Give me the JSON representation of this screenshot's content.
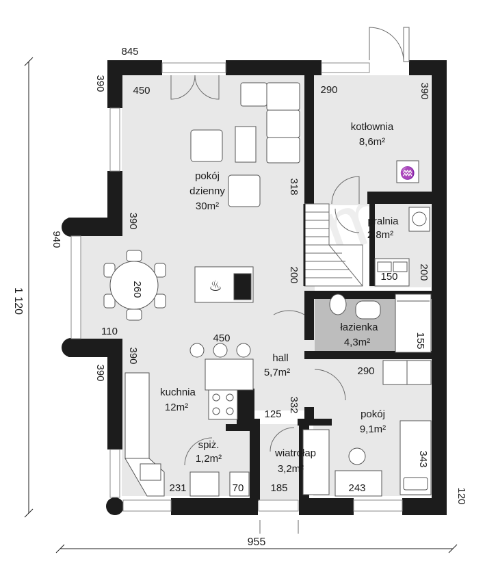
{
  "watermark": "extradom",
  "rooms": {
    "living": {
      "name1": "pokój",
      "name2": "dzienny",
      "area": "30m²"
    },
    "boiler": {
      "name1": "kotłownia",
      "area": "8,6m²"
    },
    "laundry": {
      "name1": "pralnia",
      "area": "2,8m²"
    },
    "bathroom": {
      "name1": "łazienka",
      "area": "4,3m²"
    },
    "hall": {
      "name1": "hall",
      "area": "5,7m²"
    },
    "kitchen": {
      "name1": "kuchnia",
      "area": "12m²"
    },
    "pantry": {
      "name1": "spiż.",
      "area": "1,2m²"
    },
    "vestibule": {
      "name1": "wiatrołap",
      "area": "3,2m²"
    },
    "bedroom": {
      "name1": "pokój",
      "area": "9,1m²"
    }
  },
  "dims": {
    "top_845": "845",
    "left_390a": "390",
    "living_450": "450",
    "boiler_290": "290",
    "boiler_390": "390",
    "living_318": "318",
    "left_390b": "390",
    "total_940": "940",
    "total_1120": "1 120",
    "dining_260": "260",
    "hall_200": "200",
    "laundry_150": "150",
    "laundry_200": "200",
    "bay_110": "110",
    "kitchen_450": "450",
    "bath_155": "155",
    "left_390c": "390",
    "kitchen_390": "390",
    "bedroom_290": "290",
    "hall_332": "332",
    "hall_125": "125",
    "bedroom_343": "343",
    "kitchen_231": "231",
    "pantry_70": "70",
    "vest_185": "185",
    "bedroom_243": "243",
    "right_120": "120",
    "bottom_955": "955"
  }
}
